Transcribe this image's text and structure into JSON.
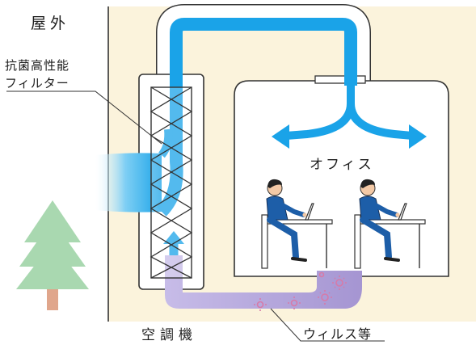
{
  "labels": {
    "outdoor": "屋外",
    "filter_line1": "抗菌高性能",
    "filter_line2": "フィルター",
    "office": "オフィス",
    "air_conditioner": "空調機",
    "virus": "ウィルス等"
  },
  "colors": {
    "wall": "#fbf3dc",
    "airflow": "#1aa3e8",
    "airflow_light": "#d9f0fb",
    "return_air": "#a99bd6",
    "tree": "#a9d8b0",
    "trunk": "#e0a68c",
    "virus": "#d77aa8"
  }
}
